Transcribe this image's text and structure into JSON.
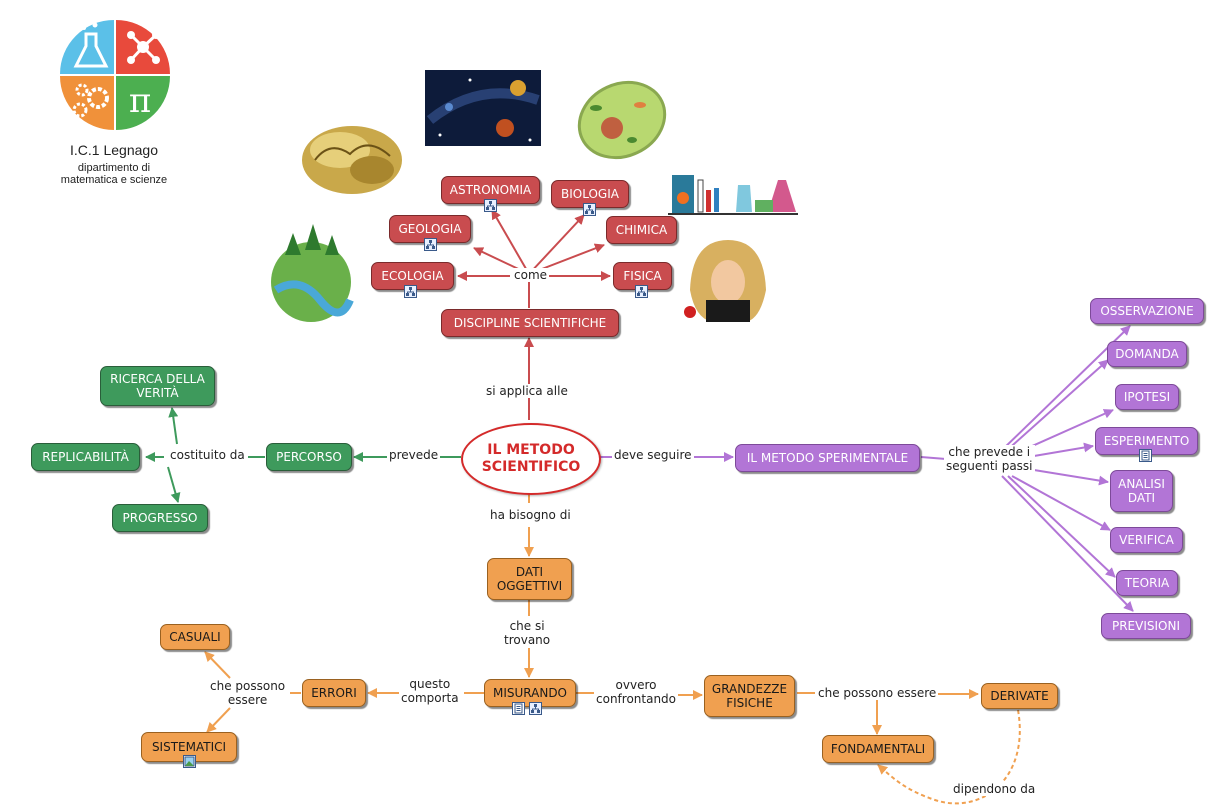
{
  "logo": {
    "title": "I.C.1 Legnago",
    "subtitle": "dipartimento di\nmatematica e scienze",
    "colors": {
      "blue": "#5bc0e8",
      "red": "#e84a3c",
      "orange": "#f0913a",
      "green": "#4caf50"
    }
  },
  "center_topic": "IL METODO\nSCIENTIFICO",
  "red_branch": {
    "main": "DISCIPLINE SCIENTIFICHE",
    "link_main": "si applica alle",
    "link_hub": "come",
    "items": [
      "ASTRONOMIA",
      "BIOLOGIA",
      "GEOLOGIA",
      "CHIMICA",
      "ECOLOGIA",
      "FISICA"
    ]
  },
  "green_branch": {
    "main": "PERCORSO",
    "link_main": "prevede",
    "link_hub": "costituito da",
    "items": [
      "RICERCA DELLA\nVERITÀ",
      "REPLICABILITÀ",
      "PROGRESSO"
    ]
  },
  "purple_branch": {
    "main": "IL METODO SPERIMENTALE",
    "link_main": "deve seguire",
    "link_hub": "che prevede i\nseguenti passi",
    "items": [
      "OSSERVAZIONE",
      "DOMANDA",
      "IPOTESI",
      "ESPERIMENTO",
      "ANALISI\nDATI",
      "VERIFICA",
      "TEORIA",
      "PREVISIONI"
    ]
  },
  "orange_branch": {
    "dati": "DATI\nOGGETTIVI",
    "link_dati": "ha bisogno di",
    "link_misurando": "che si\ntrovano",
    "misurando": "MISURANDO",
    "link_errori": "questo\ncomporta",
    "errori": "ERRORI",
    "link_tipi_errori": "che possono\nessere",
    "casuali": "CASUALI",
    "sistematici": "SISTEMATICI",
    "link_grandezze": "ovvero\nconfrontando",
    "grandezze": "GRANDEZZE\nFISICHE",
    "link_tipi_grandezze": "che possono essere",
    "derivate": "DERIVATE",
    "fondamentali": "FONDAMENTALI",
    "link_dipendono": "dipendono da"
  },
  "colors": {
    "red": "#c94c4f",
    "green": "#3e9a5c",
    "purple": "#b275d6",
    "orange": "#f0a050",
    "center_border": "#d42a2a"
  },
  "illustrations": [
    "fossil-image",
    "space-image",
    "cell-image",
    "lab-glassware-image",
    "earth-forest-image",
    "scientist-newton-image"
  ]
}
